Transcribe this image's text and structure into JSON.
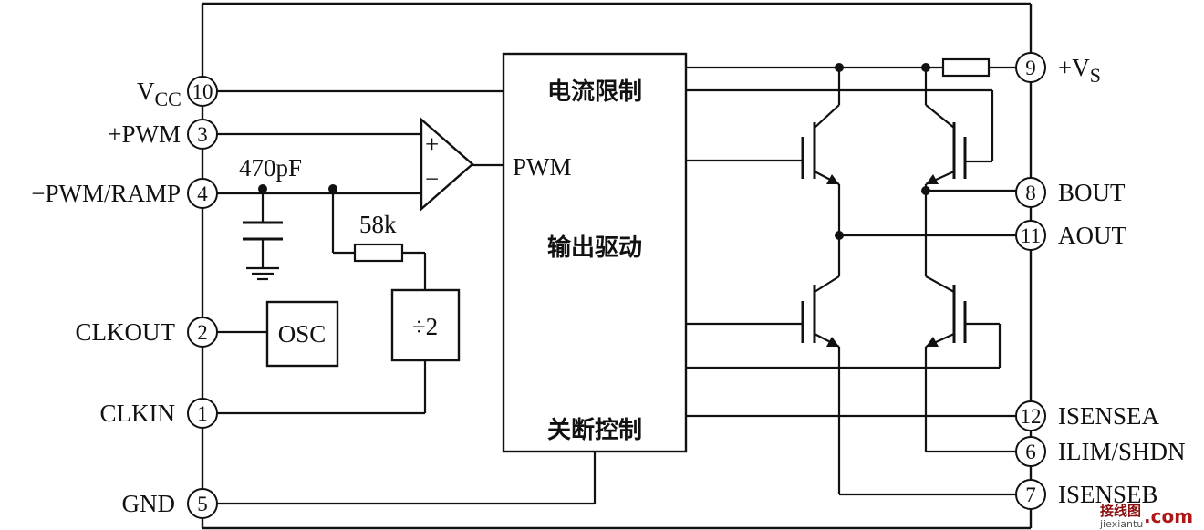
{
  "pins": {
    "vcc": {
      "name": "V",
      "sub": "CC",
      "num": "10"
    },
    "pwm_plus": {
      "name": "+PWM",
      "num": "3"
    },
    "pwm_ramp": {
      "name": "−PWM/RAMP",
      "num": "4"
    },
    "clkout": {
      "name": "CLKOUT",
      "num": "2"
    },
    "clkin": {
      "name": "CLKIN",
      "num": "1"
    },
    "gnd": {
      "name": "GND",
      "num": "5"
    },
    "vs": {
      "name": "+V",
      "sub": "S",
      "num": "9"
    },
    "bout": {
      "name": "BOUT",
      "num": "8"
    },
    "aout": {
      "name": "AOUT",
      "num": "11"
    },
    "isensea": {
      "name": "ISENSEA",
      "num": "12"
    },
    "ilim": {
      "name": "ILIM/SHDN",
      "num": "6"
    },
    "isenseb": {
      "name": "ISENSEB",
      "num": "7"
    }
  },
  "components": {
    "capacitor": "470pF",
    "resistor": "58k",
    "osc": "OSC",
    "divider": "÷2",
    "comparator_plus": "+",
    "comparator_minus": "−"
  },
  "block": {
    "current_limit": "电流限制",
    "pwm": "PWM",
    "output_drive": "输出驱动",
    "shutdown": "关断控制"
  },
  "watermark": {
    "cn": "接线图",
    "url": "jiexiantu",
    "com": ".com"
  }
}
